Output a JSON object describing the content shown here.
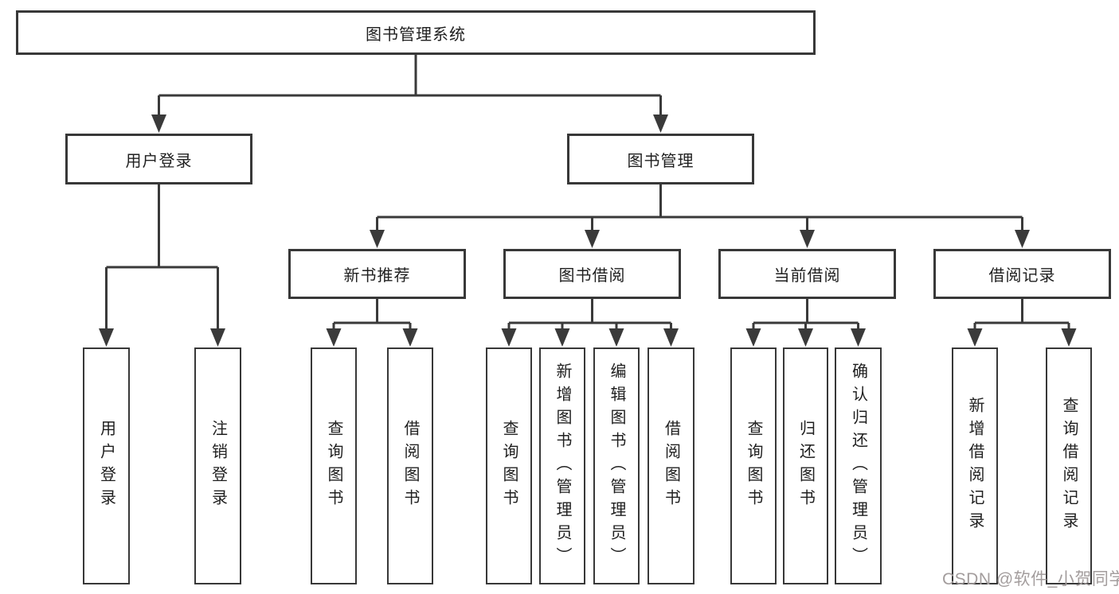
{
  "diagram": {
    "root": {
      "label": "图书管理系统",
      "children": [
        {
          "label": "用户登录",
          "children": [
            "用户登录",
            "注销登录"
          ]
        },
        {
          "label": "图书管理",
          "children": [
            {
              "label": "新书推荐",
              "children": [
                "查询图书",
                "借阅图书"
              ]
            },
            {
              "label": "图书借阅",
              "children": [
                "查询图书",
                "新增图书（管理员）",
                "编辑图书（管理员）",
                "借阅图书"
              ]
            },
            {
              "label": "当前借阅",
              "children": [
                "查询图书",
                "归还图书",
                "确认归还（管理员）"
              ]
            },
            {
              "label": "借阅记录",
              "children": [
                "新增借阅记录",
                "查询借阅记录"
              ]
            }
          ]
        }
      ]
    }
  },
  "watermark": {
    "text": "CSDN @软件_小贺同学",
    "color": "#a39d9d"
  },
  "colors": {
    "line": "#3a3a3a",
    "border": "#383838",
    "text": "#1f1f1f",
    "background": "#ffffff"
  }
}
